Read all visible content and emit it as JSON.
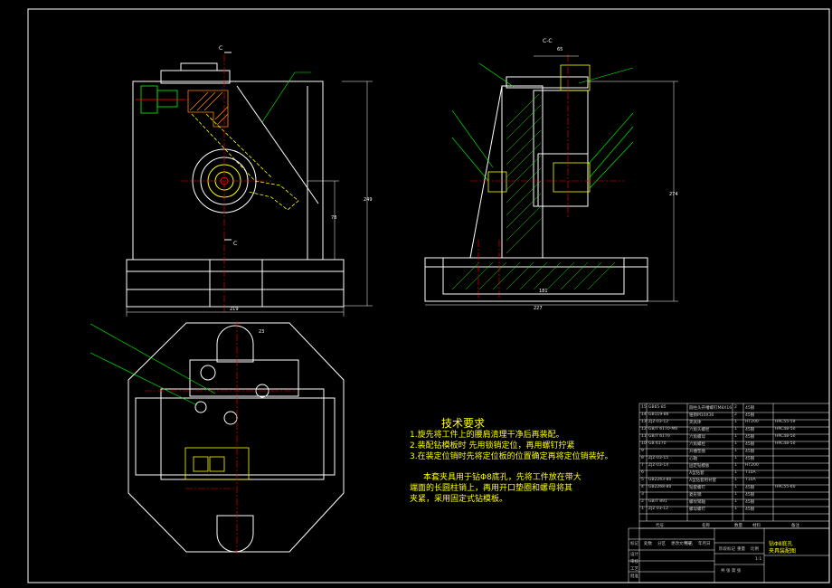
{
  "technical_requirements": {
    "title": "技术要求",
    "lines": [
      "1.旋先将工件上的腰肩清理干净后再装配。",
      "2.装配钻模板时 先用锁销定位，再用螺钉拧紧",
      "3.在装定位销时先将定位板的位置确定再将定位销装好。"
    ],
    "para": [
      "本套夹具用于钻Φ8底孔，先将工件放在带大",
      "端面的长圆柱销上，再用开口垫圈和螺母将其",
      "夹紧，采用固定式钻模板。"
    ]
  },
  "dimensions": {
    "front_height": "249",
    "front_height_inner": "78",
    "front_width": "219",
    "side_width_inner": "181",
    "side_width": "227",
    "side_height": "274",
    "side_top": "65",
    "top_small": "23"
  },
  "section_labels": {
    "c": "C",
    "cc": "C-C"
  },
  "title_block": {
    "part_name": "钻Φ8底孔",
    "drawing_name": "夹具装配图",
    "cols": [
      "代号",
      "名称",
      "数量",
      "材料",
      "备注"
    ],
    "rows": [
      [
        "15",
        "GB65-85",
        "圆柱头开槽螺钉M8X16",
        "2",
        "45钢",
        ""
      ],
      [
        "14",
        "GB119-86",
        "锥销M10X30",
        "2",
        "45钢",
        ""
      ],
      [
        "13",
        "ZJZ-03-12",
        "夹具体",
        "1",
        "HT200",
        "HRC55-59"
      ],
      [
        "12",
        "GB/T 6170-M6",
        "六角头螺栓",
        "1",
        "45钢",
        "HRC48-50"
      ],
      [
        "11",
        "GB/T 6170",
        "六角螺母",
        "1",
        "45钢",
        "HRC48-50"
      ],
      [
        "10",
        "GB 6170",
        "六角螺栓",
        "1",
        "45钢",
        "HRC48-50"
      ],
      [
        "9",
        "",
        "开槽垫圈",
        "1",
        "45钢",
        ""
      ],
      [
        "8",
        "ZJZ-03-15",
        "心轴",
        "1",
        "45钢",
        ""
      ],
      [
        "7",
        "ZJZ-03-14",
        "固定钻模板",
        "1",
        "HT200",
        ""
      ],
      [
        "6",
        "",
        "A型钻套",
        "1",
        "T10A",
        ""
      ],
      [
        "5",
        "GB2263-80",
        "A型钻套用衬套",
        "1",
        "T10A",
        ""
      ],
      [
        "4",
        "GB2268-80",
        "钻套螺钉",
        "1",
        "45钢",
        "HRC55-60"
      ],
      [
        "3",
        "",
        "菱形销",
        "1",
        "45钢",
        ""
      ],
      [
        "2",
        "GB/T 891",
        "螺纹销轴",
        "1",
        "45钢",
        ""
      ],
      [
        "1",
        "ZJZ 03-12",
        "螺母螺钉",
        "1",
        "45钢",
        ""
      ]
    ],
    "meta_left": [
      "标记",
      "处数",
      "分区",
      "更改文件号",
      "签名",
      "年月日"
    ],
    "meta_rows": [
      "设计",
      "审核",
      "工艺",
      "批准"
    ],
    "stage_headers": [
      "阶段标记",
      "重量",
      "比例"
    ],
    "sheet": "共 张 第 张",
    "scale": "1:1"
  }
}
